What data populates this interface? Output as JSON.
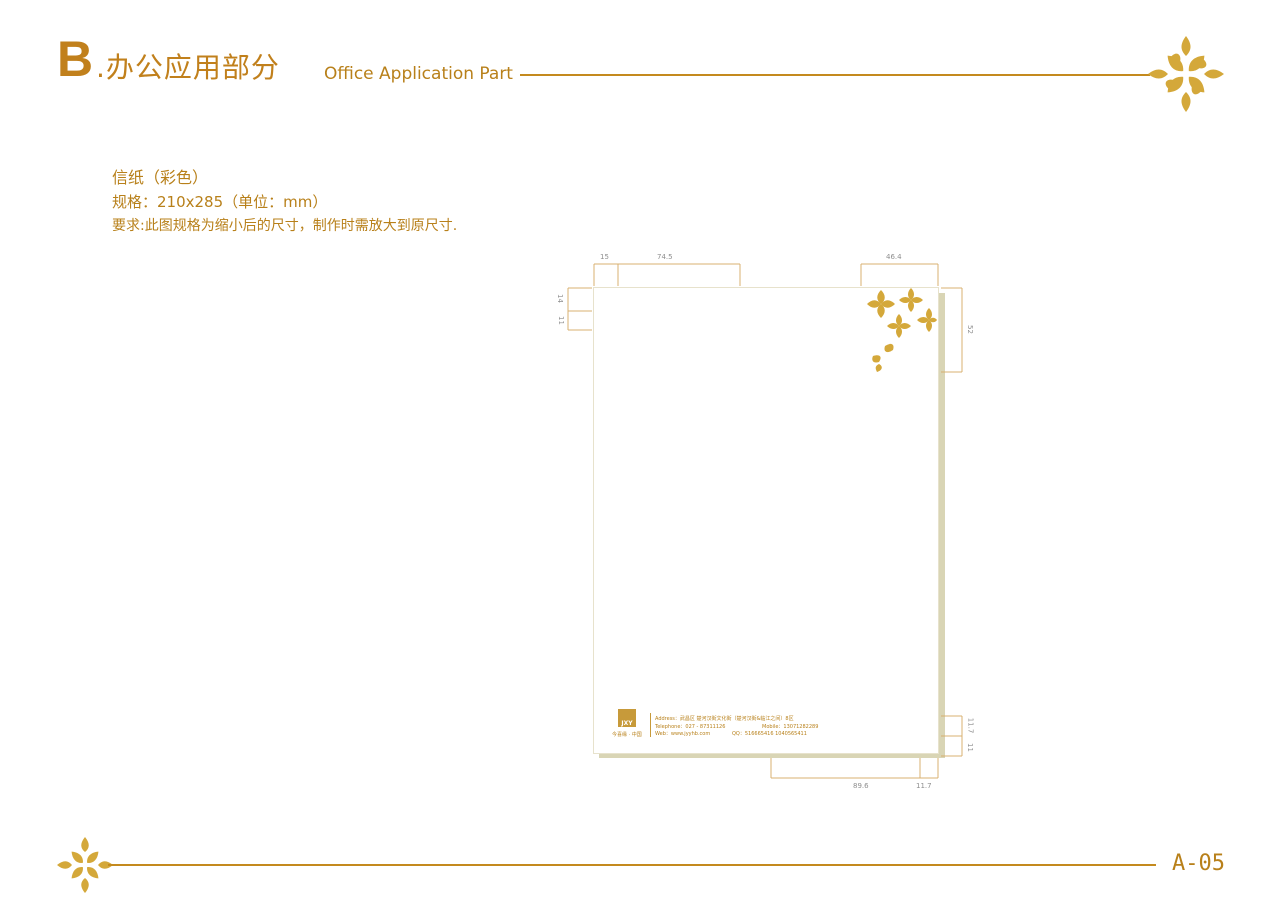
{
  "header": {
    "section_letter": "B",
    "title_cn": ".办公应用部分",
    "title_en": "Office Application Part"
  },
  "description": {
    "name": "信纸（彩色）",
    "spec": "规格：210x285（单位：mm）",
    "note": "要求:此图规格为缩小后的尺寸，制作时需放大到原尺寸."
  },
  "dimensions": {
    "top_left_margin": "15",
    "top_left_width": "74.5",
    "top_right_width": "46.4",
    "left_top_1": "14",
    "left_top_2": "11",
    "right_ornament_height": "52",
    "right_bottom_1": "11.7",
    "right_bottom_2": "11",
    "bottom_width": "89.6",
    "bottom_right": "11.7"
  },
  "letterhead_footer": {
    "logo_text": "JXY",
    "logo_sub": "今喜缘 · 中国",
    "address": "Address：武昌区 楚河汉街文化街（楚河汉街&临江之间）8区",
    "telephone": "Telephone：027 - 87311126",
    "mobile": "Mobile：13071282289",
    "web": "Web：www.jyyhb.com",
    "qq": "QQ：516665416  1040565411"
  },
  "footer": {
    "page_code": "A-05"
  },
  "colors": {
    "gold": "#b8801a",
    "ornament": "#d4a83a",
    "paper_shadow": "#d9d5b5"
  }
}
